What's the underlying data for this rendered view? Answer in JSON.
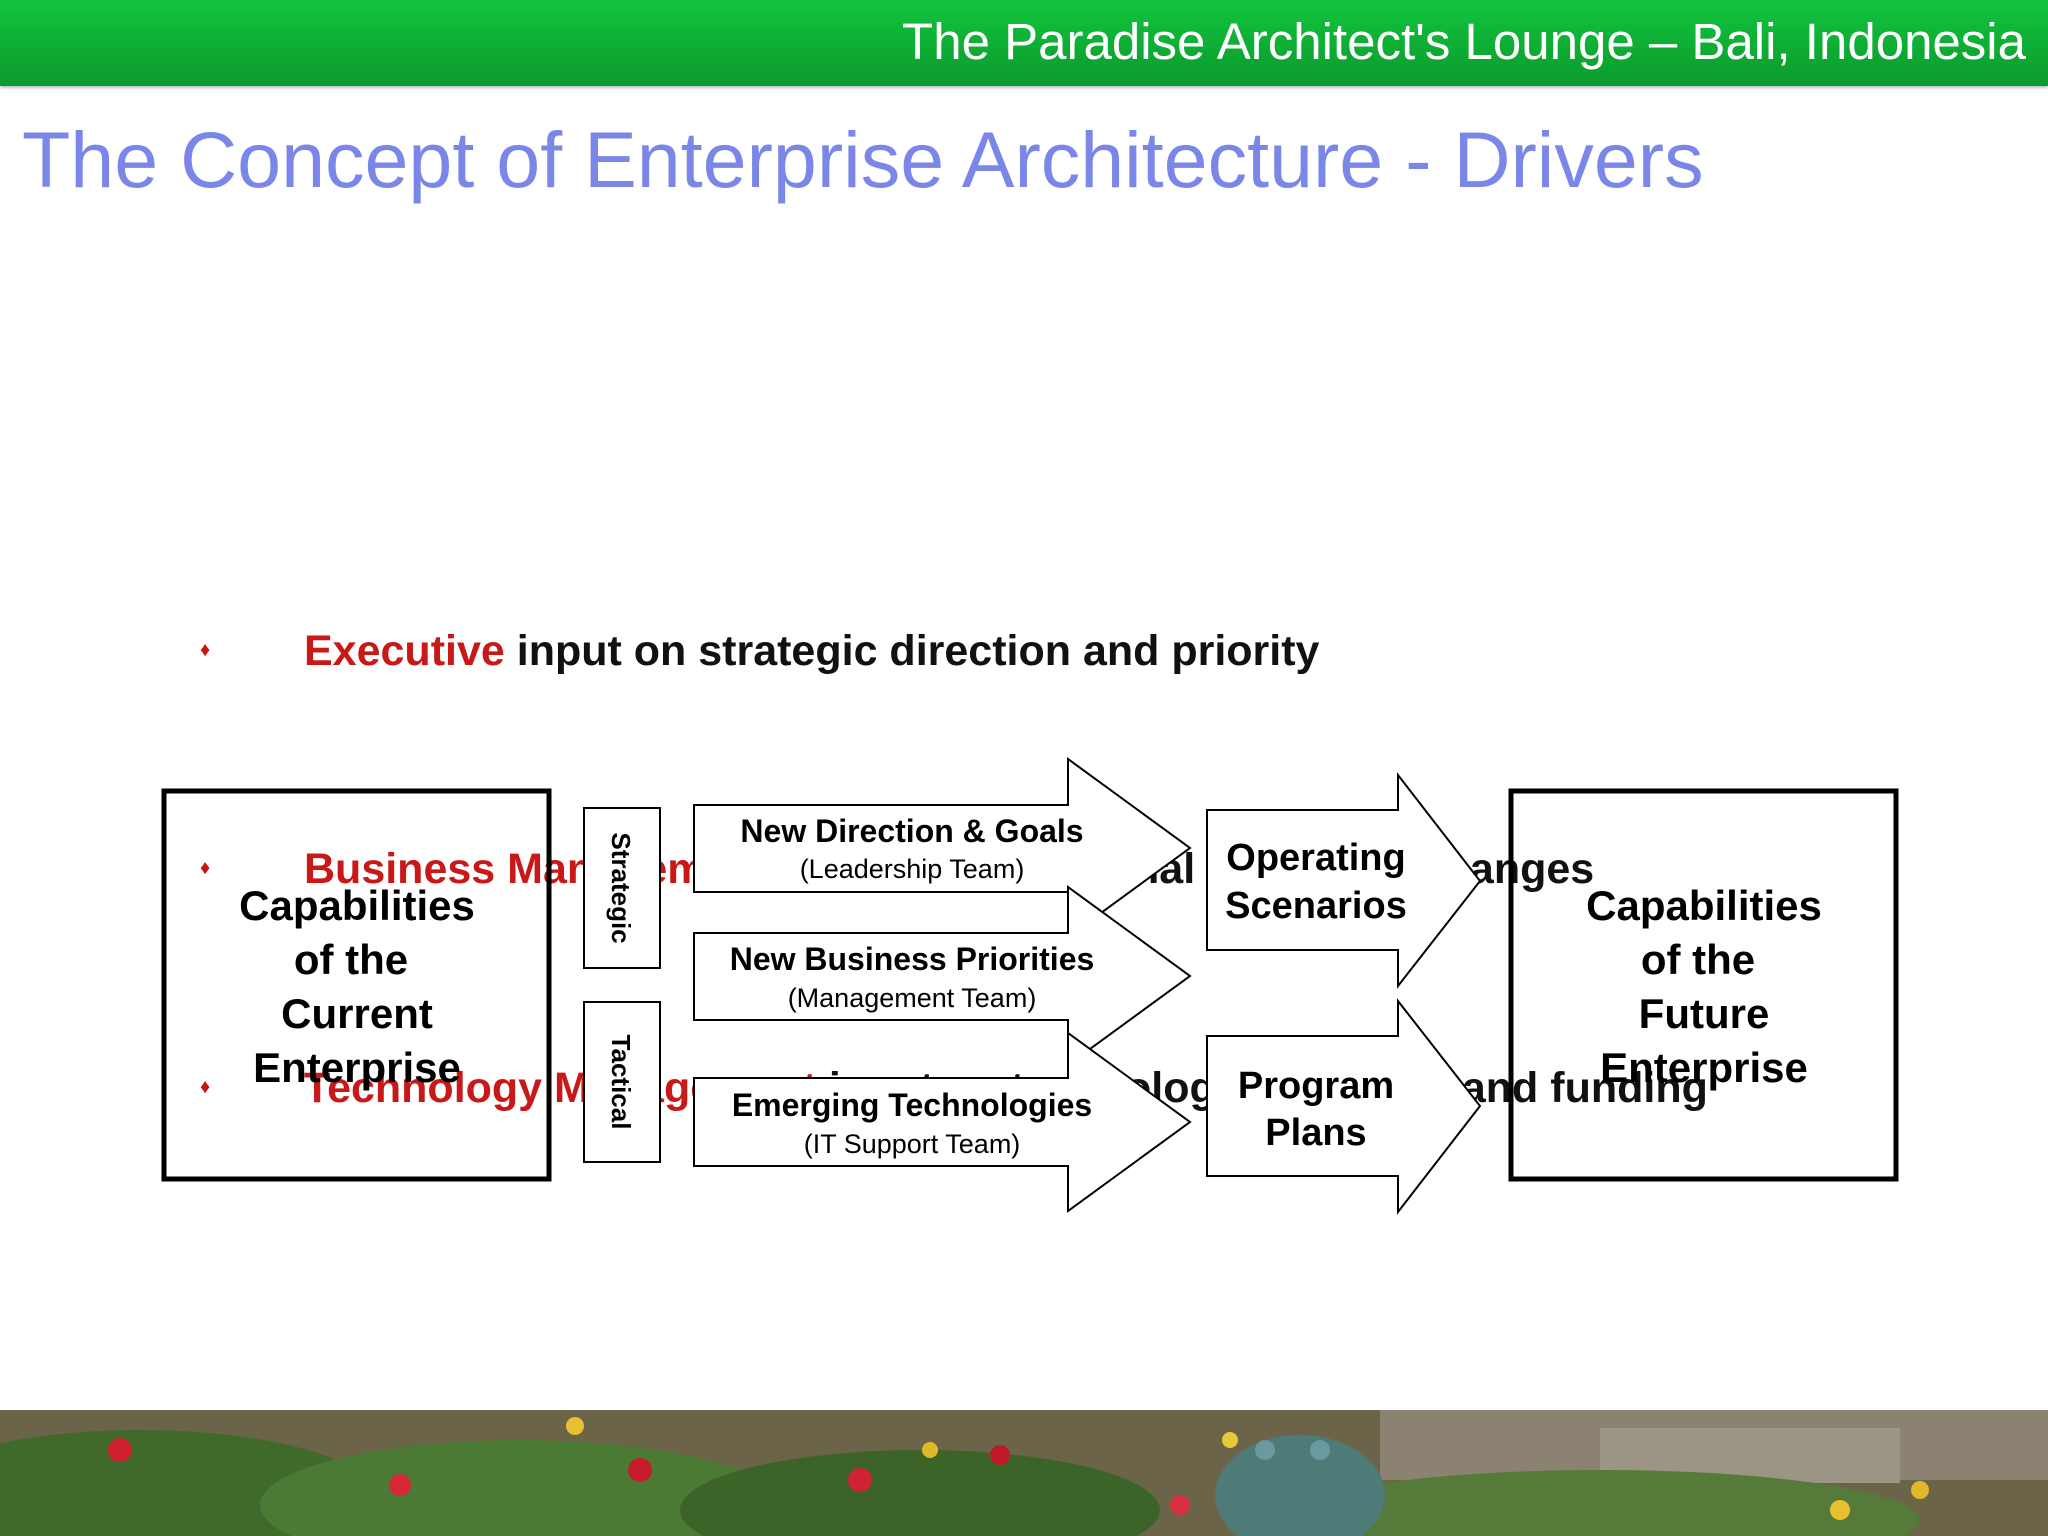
{
  "header": {
    "text": "The Paradise Architect's Lounge – Bali, Indonesia",
    "color": "#0fb536"
  },
  "title": {
    "text": "The Concept of Enterprise Architecture - Drivers",
    "color": "#7a87e8"
  },
  "bullets": [
    {
      "highlight": "Executive",
      "rest": " input on strategic direction and priority",
      "bullet_icon": "diamond-bullet"
    },
    {
      "highlight": "Business Management",
      "rest": " input on operational plans and changes",
      "bullet_icon": "diamond-bullet"
    },
    {
      "highlight": "Technology Management",
      "rest": " input on technology programs and funding",
      "bullet_icon": "diamond-bullet"
    }
  ],
  "diagram": {
    "current": [
      "Capabilities",
      "of the",
      "Current",
      "Enterprise"
    ],
    "future": [
      "Capabilities",
      "of the",
      "Future",
      "Enterprise"
    ],
    "strategic_label": "Strategic",
    "tactical_label": "Tactical",
    "drivers": [
      {
        "title": "New Direction & Goals",
        "subtitle": "(Leadership Team)"
      },
      {
        "title": "New Business Priorities",
        "subtitle": "(Management Team)"
      },
      {
        "title": "Emerging Technologies",
        "subtitle": "(IT Support Team)"
      }
    ],
    "outputs": [
      {
        "lines": [
          "Operating",
          "Scenarios"
        ]
      },
      {
        "lines": [
          "Program",
          "Plans"
        ]
      }
    ]
  },
  "colors": {
    "title": "#7a87e8",
    "highlight": "#c81818",
    "header_green": "#0fb536"
  }
}
